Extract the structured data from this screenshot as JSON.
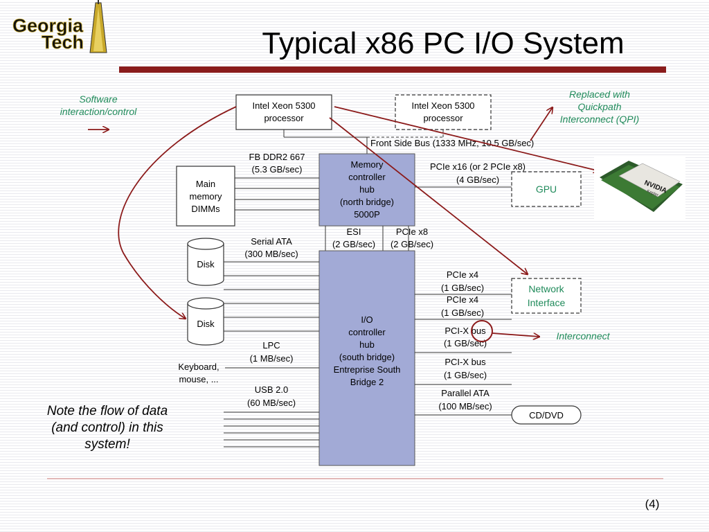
{
  "slide": {
    "title": "Typical x86 PC I/O System",
    "logo_text": [
      "Georgia",
      "Tech"
    ],
    "page_number": "(4)",
    "footnote": [
      "Note the flow of data",
      "(and control) in this",
      "system!"
    ]
  },
  "annotations": {
    "software": [
      "Software",
      "interaction/control"
    ],
    "qpi": [
      "Replaced with",
      "Quickpath",
      "Interconnect (QPI)"
    ],
    "interconnect": "Interconnect",
    "chip_text": [
      "NVIDIA",
      "Kepler"
    ]
  },
  "components": {
    "cpu1": [
      "Intel Xeon 5300",
      "processor"
    ],
    "cpu2": [
      "Intel Xeon 5300",
      "processor"
    ],
    "fsb": "Front Side Bus (1333 MHz, 10.5 GB/sec)",
    "mch": [
      "Memory",
      "controller",
      "hub",
      "(north bridge)",
      "5000P"
    ],
    "fbddr": [
      "FB DDR2 667",
      "(5.3 GB/sec)"
    ],
    "dimms": [
      "Main",
      "memory",
      "DIMMs"
    ],
    "pcie16": [
      "PCIe x16 (or 2 PCIe x8)",
      "(4 GB/sec)"
    ],
    "gpu": "GPU",
    "esi": [
      "ESI",
      "(2 GB/sec)"
    ],
    "pcie8": [
      "PCIe x8",
      "(2 GB/sec)"
    ],
    "sata": [
      "Serial ATA",
      "(300 MB/sec)"
    ],
    "disk1": "Disk",
    "disk2": "Disk",
    "ich": [
      "I/O",
      "controller",
      "hub",
      "(south bridge)",
      "Entreprise South",
      "Bridge 2"
    ],
    "pcie4a": [
      "PCIe x4",
      "(1 GB/sec)"
    ],
    "pcie4b": [
      "PCIe x4",
      "(1 GB/sec)"
    ],
    "nic": [
      "Network",
      "Interface"
    ],
    "pcix1": [
      "PCI-X bus",
      "(1 GB/sec)"
    ],
    "pcix2": [
      "PCI-X bus",
      "(1 GB/sec)"
    ],
    "lpc": [
      "LPC",
      "(1 MB/sec)"
    ],
    "keyboard": [
      "Keyboard,",
      "mouse, ..."
    ],
    "usb": [
      "USB 2.0",
      "(60 MB/sec)"
    ],
    "pata": [
      "Parallel ATA",
      "(100 MB/sec)"
    ],
    "cddvd": "CD/DVD"
  },
  "colors": {
    "hub_fill": "#a2aad6",
    "arrow": "#8b1a1a",
    "title_bar": "#8a1c1c",
    "note_text": "#1f8a5a",
    "gpu_text": "#1f8a5a"
  }
}
